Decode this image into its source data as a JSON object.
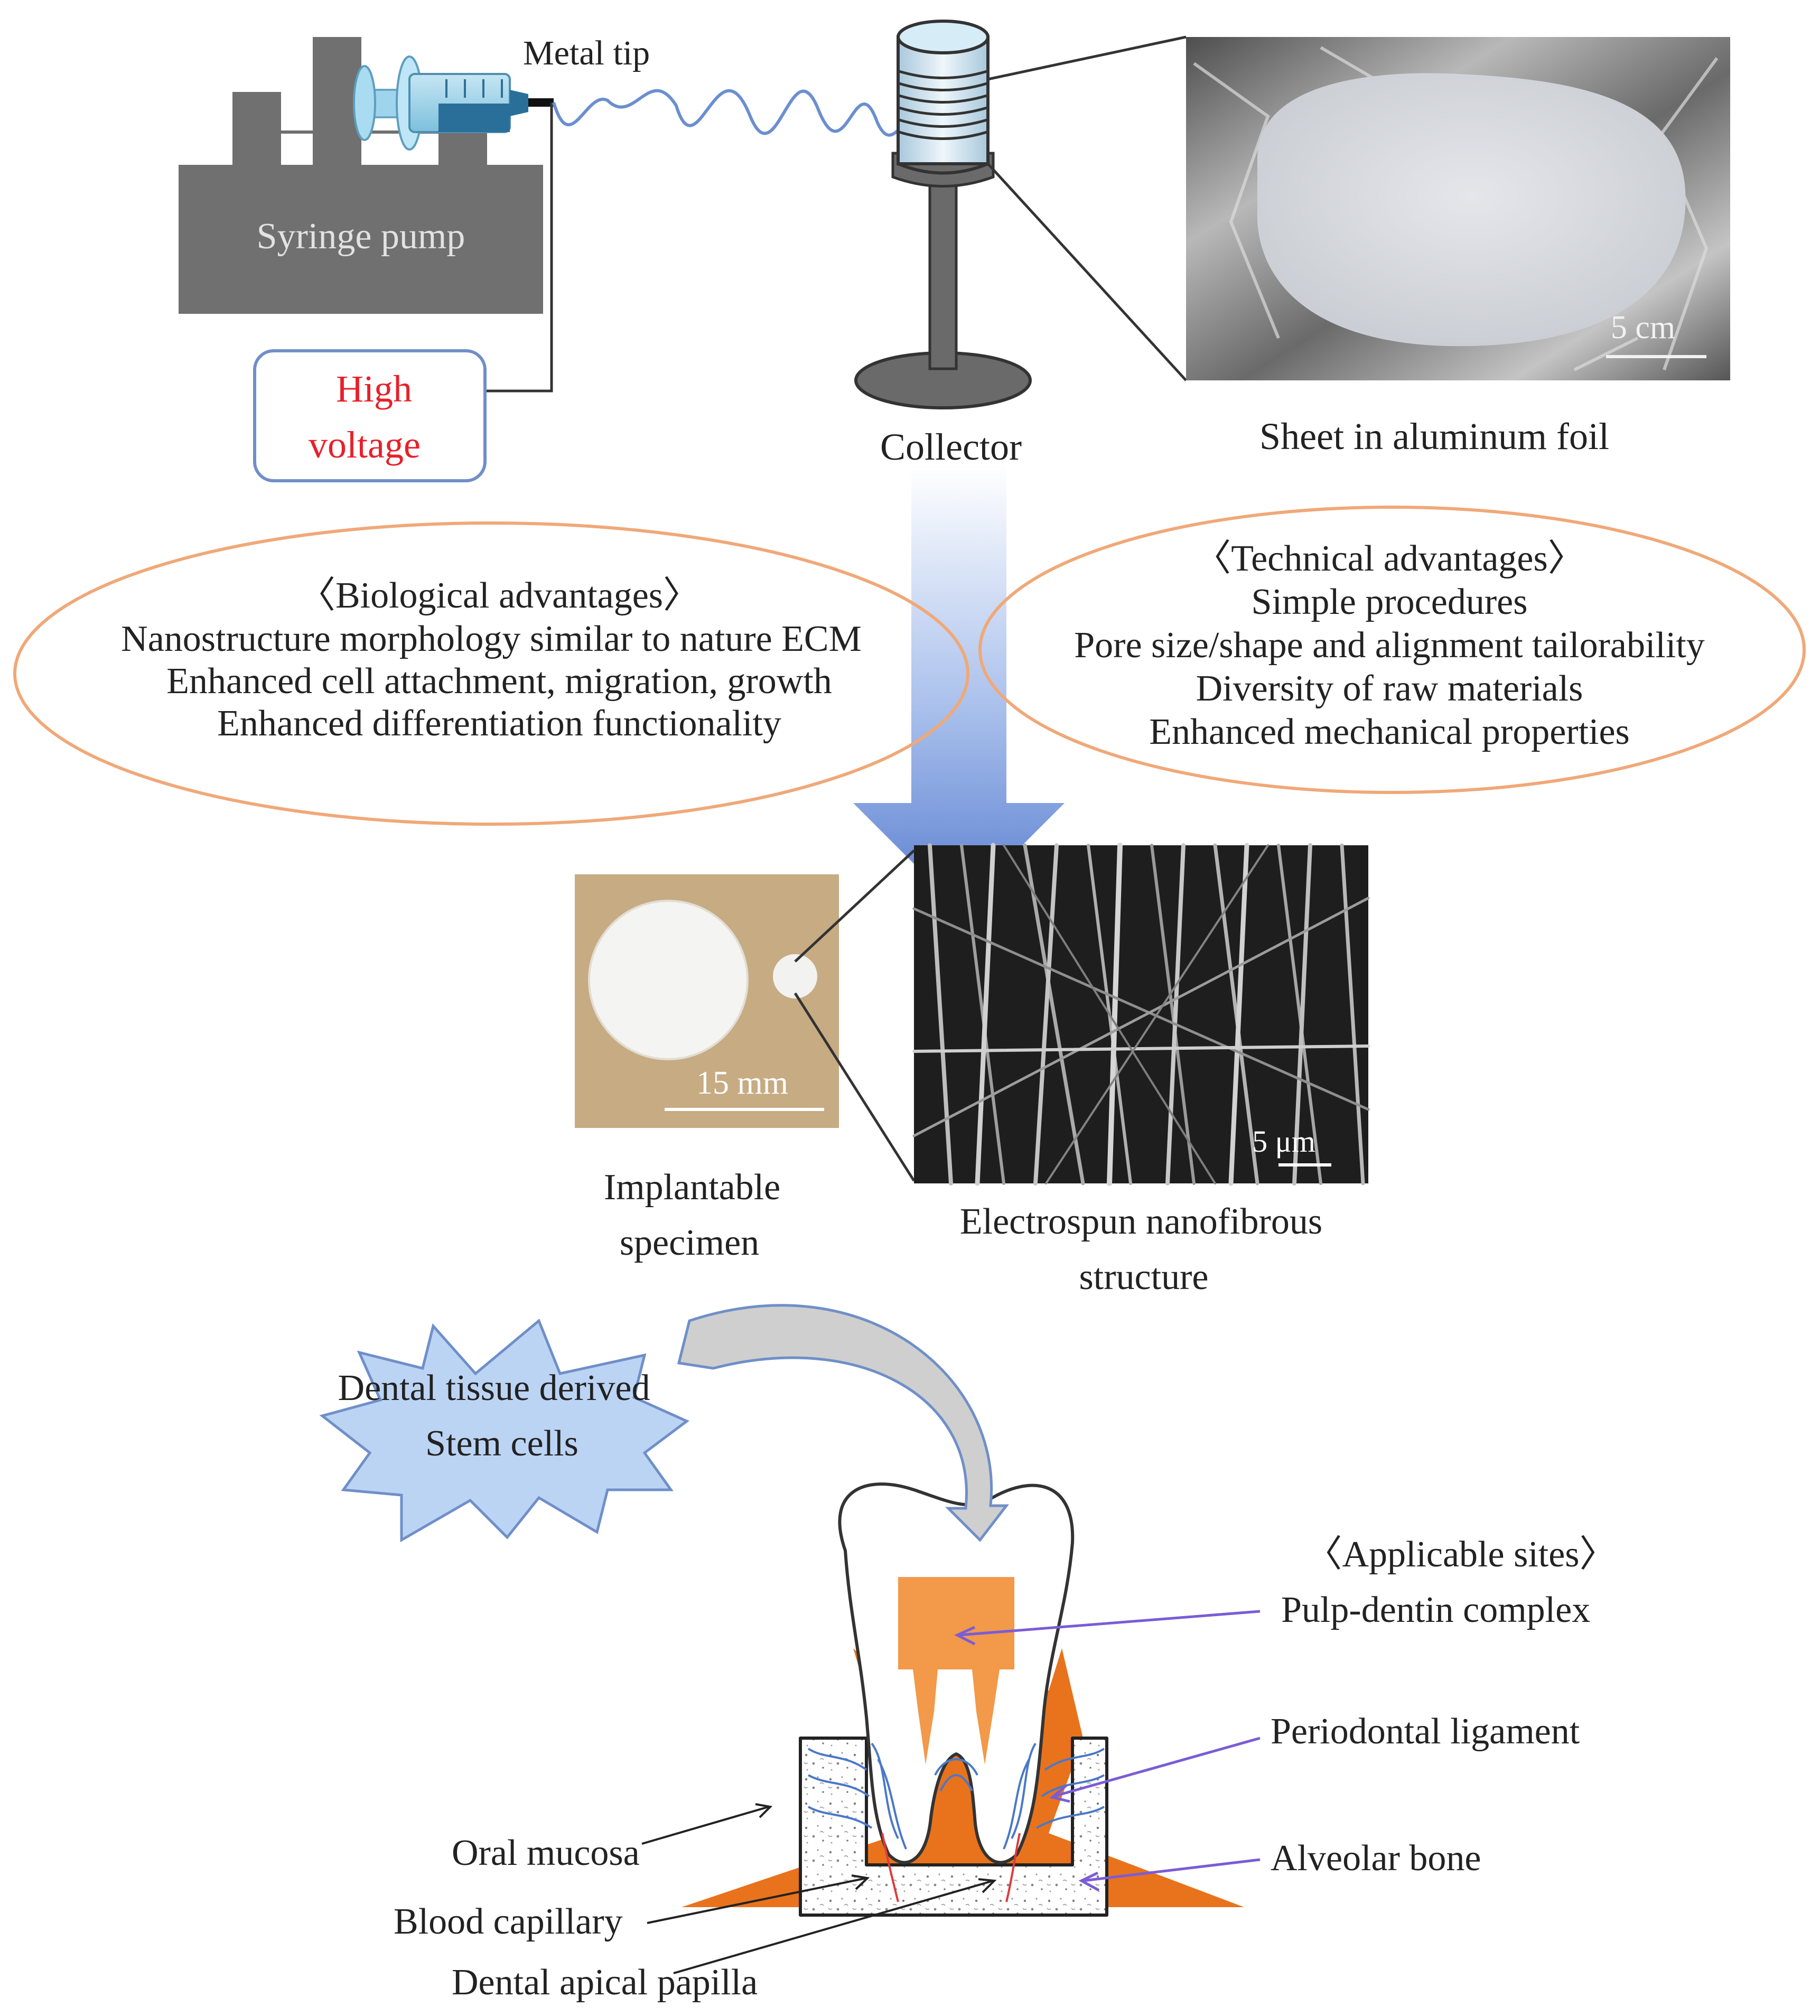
{
  "labels": {
    "metal_tip": "Metal tip",
    "syringe_pump": "Syringe pump",
    "high_voltage_line1": "High",
    "high_voltage_line2": "voltage",
    "collector": "Collector",
    "sheet_caption": "Sheet in aluminum foil",
    "scale_5cm": "5 cm",
    "scale_15mm": "15 mm",
    "scale_5um": "5 μm",
    "implantable_line1": "Implantable",
    "implantable_line2": "specimen",
    "electrospun_line1": "Electrospun nanofibrous",
    "electrospun_line2": "structure",
    "stem_line1": "Dental tissue derived",
    "stem_line2": "Stem cells"
  },
  "biological": {
    "title": "〈Biological advantages〉",
    "items": [
      "Nanostructure morphology similar to nature ECM",
      "Enhanced cell attachment, migration, growth",
      "Enhanced differentiation functionality"
    ]
  },
  "technical": {
    "title": "〈Technical advantages〉",
    "items": [
      "Simple procedures",
      "Pore size/shape and alignment tailorability",
      "Diversity of raw materials",
      "Enhanced mechanical properties"
    ]
  },
  "sites": {
    "title": "〈Applicable sites〉",
    "pulp_dentin": "Pulp-dentin complex",
    "periodontal": "Periodontal ligament",
    "alveolar": "Alveolar bone",
    "oral_mucosa": "Oral mucosa",
    "blood_capillary": "Blood capillary",
    "apical_papilla": "Dental apical papilla"
  },
  "colors": {
    "pump_gray": "#707070",
    "high_voltage_red": "#e8202a",
    "box_border_blue": "#6f8fc8",
    "ellipse_border": "#f0a878",
    "arrow_blue": "#5b7fd0",
    "gum_orange": "#e8731c",
    "pulp_orange": "#f2994a",
    "pointer_purple": "#7a5cd6",
    "vessel_blue": "#4a78c8",
    "capillary_red": "#e03a3a",
    "starburst_fill": "#bcd4f4",
    "curved_arrow_gray": "#cfcfcf"
  }
}
